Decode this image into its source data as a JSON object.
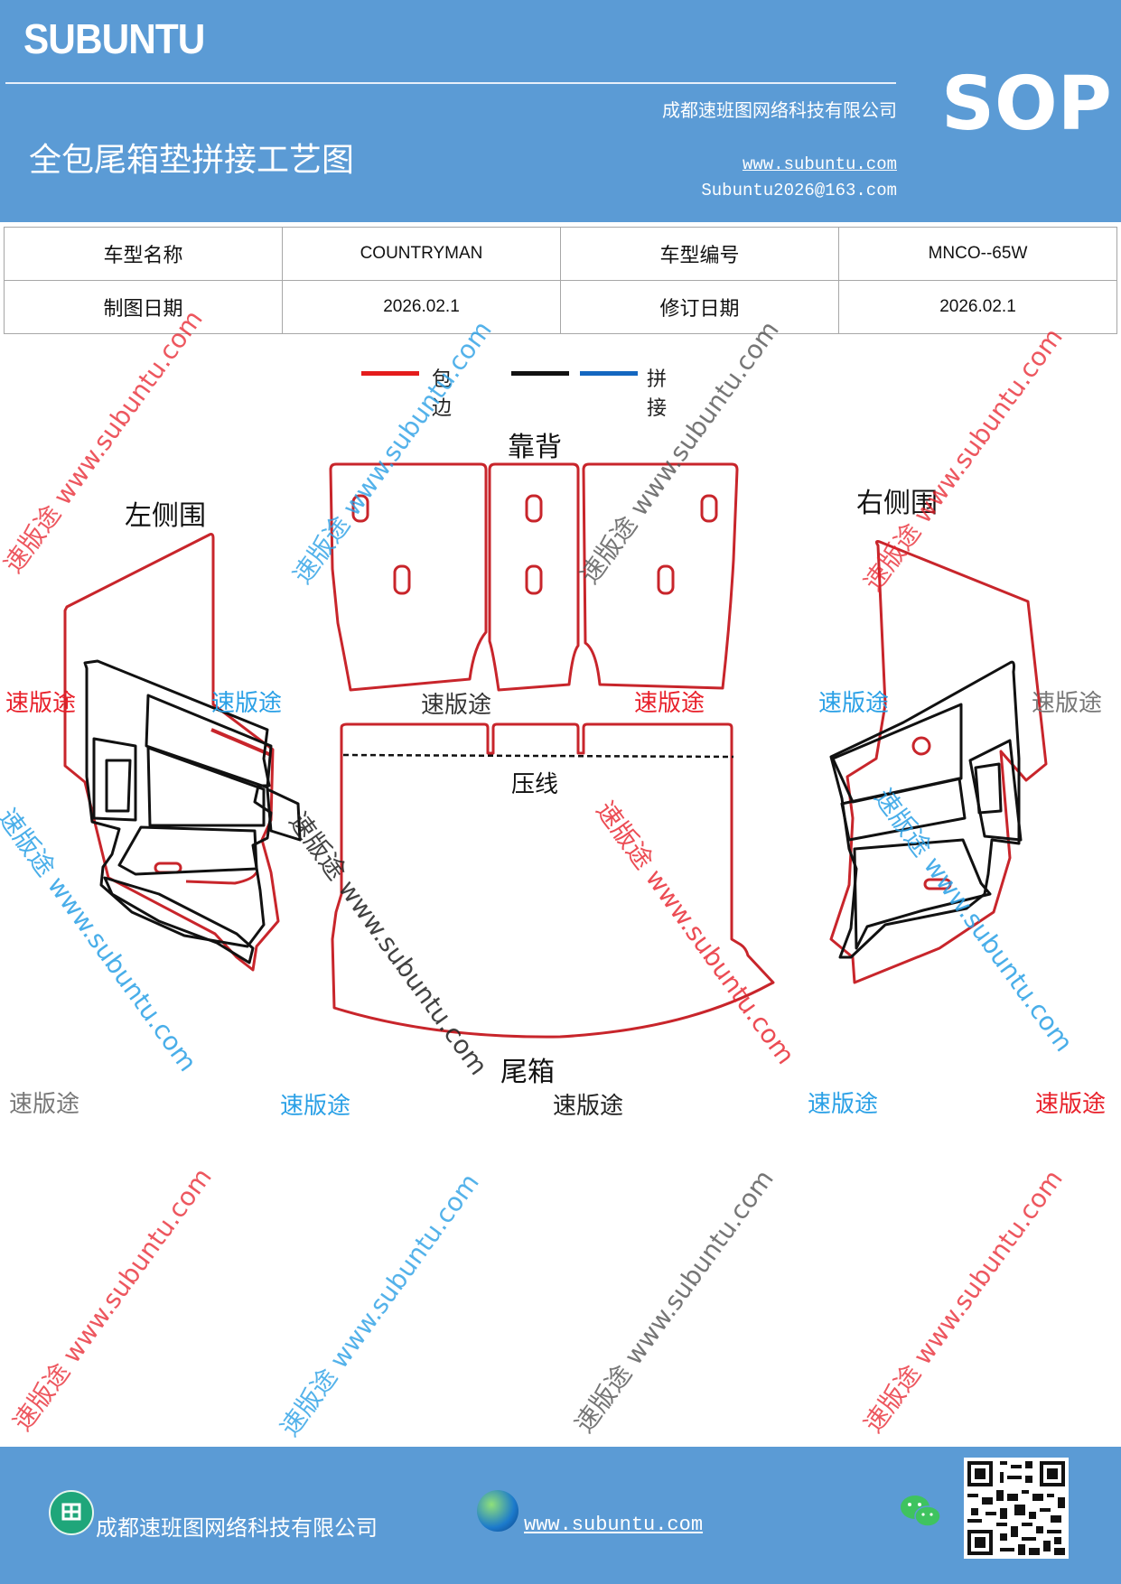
{
  "header": {
    "brand": "SUBUNTU",
    "company": "成都速班图网络科技有限公司",
    "doc_type": "SOP",
    "title": "全包尾箱垫拼接工艺图",
    "website": "www.subuntu.com",
    "email": "Subuntu2026@163.com"
  },
  "info_table": {
    "rows": [
      {
        "label1": "车型名称",
        "value1": "COUNTRYMAN",
        "label2": "车型编号",
        "value2": "MNCO--65W"
      },
      {
        "label1": "制图日期",
        "value1": "2026.02.1",
        "label2": "修订日期",
        "value2": "2026.02.1"
      }
    ]
  },
  "legend": {
    "items": [
      {
        "label": "包边",
        "color": "#e41c1c"
      },
      {
        "label": "",
        "color": "#111111"
      },
      {
        "label": "拼接",
        "color": "#1467c0"
      }
    ]
  },
  "diagram": {
    "labels": {
      "backrest": "靠背",
      "left_side": "左侧围",
      "right_side": "右侧围",
      "crease": "压线",
      "trunk": "尾箱"
    }
  },
  "watermark": {
    "brand": "速版途",
    "url_text": "速版途 www.subuntu.com",
    "url_only": "www.subuntu.com"
  },
  "footer": {
    "company": "成都速班图网络科技有限公司",
    "website": "www.subuntu.com",
    "icons": [
      "building-icon",
      "globe-icon",
      "wechat-icon",
      "qr-code"
    ]
  },
  "colors": {
    "header_bg": "#5b9bd5",
    "edge_red": "#c8252b",
    "seam_black": "#111111",
    "watermark_red": "#e8202a",
    "watermark_blue": "#2aa0e6",
    "watermark_gray": "#777777"
  }
}
